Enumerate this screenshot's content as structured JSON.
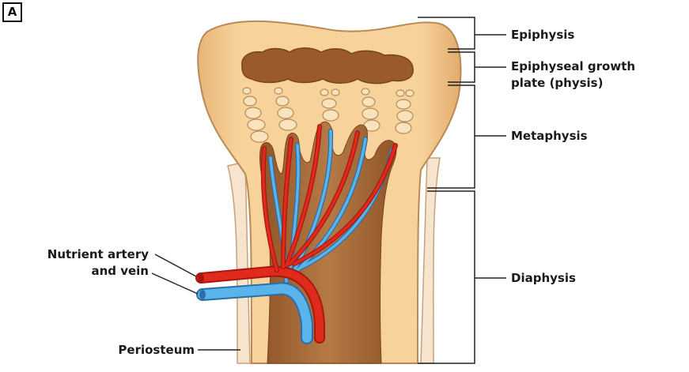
{
  "panel_letter": "A",
  "labels": {
    "epiphysis": "Epiphysis",
    "growth_plate_line1": "Epiphyseal growth",
    "growth_plate_line2": "plate (physis)",
    "metaphysis": "Metaphysis",
    "diaphysis": "Diaphysis",
    "nutrient_line1": "Nutrient artery",
    "nutrient_line2": "and vein",
    "periosteum": "Periosteum"
  },
  "colors": {
    "bone": "#f4c98a",
    "bone_edge": "#b98a55",
    "marrow": "#a86b3c",
    "growth_plate": "#9a5a2c",
    "periosteum": "#f6e4cf",
    "artery": "#e02a1c",
    "vein": "#5ab4ec",
    "bracket": "#222222"
  }
}
